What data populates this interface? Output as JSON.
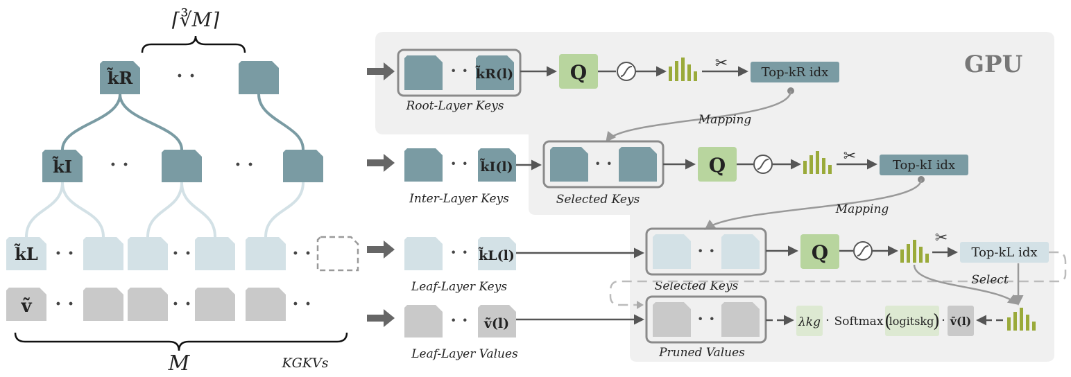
{
  "tree": {
    "ceil_label": "⌈∛M⌉",
    "root_label": "k̃R",
    "inter_label": "k̃I",
    "leaf_label": "k̃L",
    "value_label": "ṽ",
    "dots": "· ·",
    "m_label": "M",
    "kgkv_label": "KGKVs"
  },
  "gpu_label": "GPU",
  "rows": {
    "root": {
      "key_label": "k̃R(l)",
      "caption": "Root-Layer Keys",
      "q_label": "Q",
      "topk_label": "Top-kR idx",
      "mapping_label": "Mapping"
    },
    "inter": {
      "key_label": "k̃I(l)",
      "caption": "Inter-Layer Keys",
      "selected_caption": "Selected Keys",
      "q_label": "Q",
      "topk_label": "Top-kI idx",
      "mapping_label": "Mapping"
    },
    "leaf": {
      "key_label": "k̃L(l)",
      "caption": "Leaf-Layer Keys",
      "selected_caption": "Selected Keys",
      "q_label": "Q",
      "topk_label": "Top-kL idx",
      "select_label": "Select"
    },
    "values": {
      "key_label": "ṽ(l)",
      "caption": "Leaf-Layer Values",
      "pruned_caption": "Pruned Values",
      "formula": {
        "lambda": "λkg",
        "softmax": "Softmax",
        "logits": "logitskg",
        "vbar": "v̄(l)"
      }
    }
  },
  "colors": {
    "root": "#7a9ba3",
    "leaf": "#d3e1e6",
    "value": "#c9c9c9",
    "q": "#b8d59e",
    "bars": "#9aaa3a",
    "panel": "#f0f0f0"
  }
}
